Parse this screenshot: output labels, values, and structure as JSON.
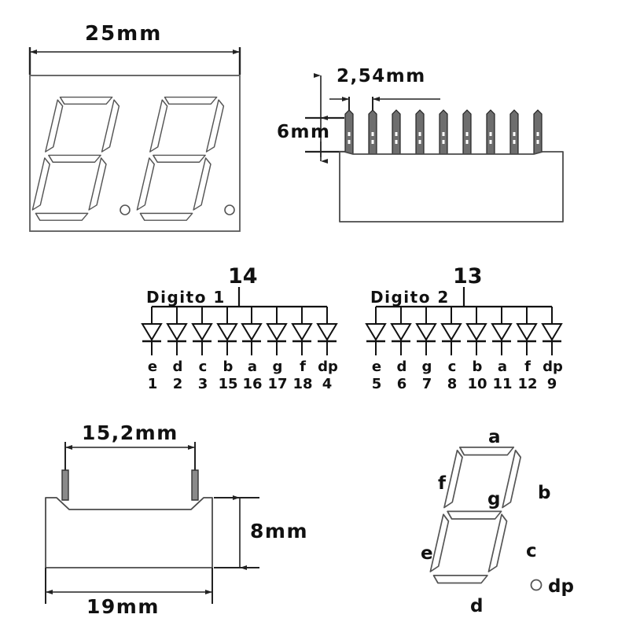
{
  "diagram": {
    "title": "Dual 7-segment LED display datasheet drawing",
    "line_color": "#3a3a3a",
    "text_color": "#111111"
  },
  "top_view": {
    "name": "front-view",
    "width_dim": "25mm",
    "digits": 2,
    "decimal_points": 2
  },
  "side_pin_view": {
    "name": "pin-side-view",
    "pitch_dim": "2,54mm",
    "height_dim": "6mm",
    "pin_count": 9
  },
  "circuit_digit1": {
    "name": "Digito 1",
    "common_pin": "14",
    "segments": [
      {
        "segment": "e",
        "pin": "1"
      },
      {
        "segment": "d",
        "pin": "2"
      },
      {
        "segment": "c",
        "pin": "3"
      },
      {
        "segment": "b",
        "pin": "15"
      },
      {
        "segment": "a",
        "pin": "16"
      },
      {
        "segment": "g",
        "pin": "17"
      },
      {
        "segment": "f",
        "pin": "18"
      },
      {
        "segment": "dp",
        "pin": "4"
      }
    ]
  },
  "circuit_digit2": {
    "name": "Digito 2",
    "common_pin": "13",
    "segments": [
      {
        "segment": "e",
        "pin": "5"
      },
      {
        "segment": "d",
        "pin": "6"
      },
      {
        "segment": "g",
        "pin": "7"
      },
      {
        "segment": "c",
        "pin": "8"
      },
      {
        "segment": "b",
        "pin": "10"
      },
      {
        "segment": "a",
        "pin": "11"
      },
      {
        "segment": "f",
        "pin": "12"
      },
      {
        "segment": "dp",
        "pin": "9"
      }
    ]
  },
  "bottom_view": {
    "name": "bottom-side-view",
    "pin_span_dim": "15,2mm",
    "height_dim": "8mm",
    "width_dim": "19mm"
  },
  "segment_map": {
    "name": "segment-naming",
    "labels": {
      "a": "a",
      "b": "b",
      "c": "c",
      "d": "d",
      "e": "e",
      "f": "f",
      "g": "g",
      "dp": "dp"
    }
  }
}
